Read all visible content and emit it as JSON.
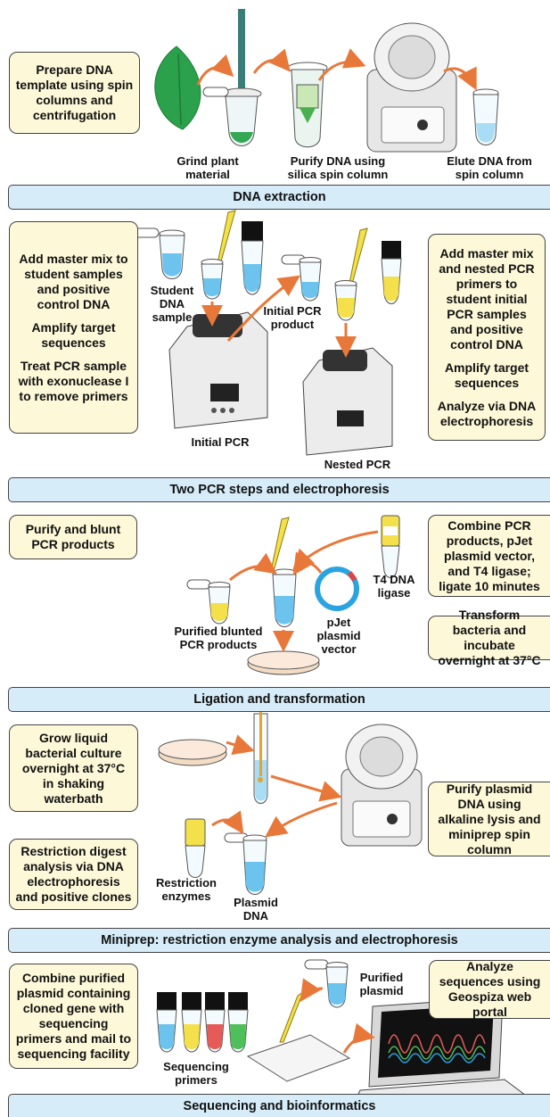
{
  "colors": {
    "note_fill": "#fdf8d8",
    "banner_fill": "#d6ecf8",
    "arrow": "#e8783a",
    "leaf": "#2aa14a",
    "tube_blue": "#6cc3ee",
    "tube_yellow": "#f4e04a",
    "tube_red": "#e65b57",
    "tube_green": "#4fbf5a"
  },
  "sections": {
    "extraction": {
      "banner": "DNA extraction",
      "note": "Prepare DNA template using spin columns and centrifugation",
      "labels": {
        "grind": "Grind plant material",
        "purify": "Purify DNA using silica spin column",
        "elute": "Elute DNA from spin column"
      }
    },
    "pcr": {
      "banner": "Two PCR steps and electrophoresis",
      "left_note": [
        "Add master mix to student samples and positive control DNA",
        "Amplify target sequences",
        "Treat PCR sample with exonuclease I to remove primers"
      ],
      "right_note": [
        "Add master mix and nested PCR primers to student initial PCR samples and positive control DNA",
        "Amplify target sequences",
        "Analyze via DNA electrophoresis"
      ],
      "labels": {
        "student_sample": "Student DNA sample",
        "initial_product": "Initial PCR product",
        "initial_pcr": "Initial PCR",
        "nested_pcr": "Nested PCR"
      }
    },
    "ligation": {
      "banner": "Ligation and transformation",
      "left_note": "Purify and blunt PCR products",
      "right_note_top": "Combine PCR products, pJet plasmid vector, and T4 ligase; ligate 10 minutes",
      "right_note_bottom": "Transform bacteria and incubate overnight at 37°C",
      "labels": {
        "purified": "Purified blunted PCR products",
        "vector": "pJet plasmid vector",
        "ligase": "T4 DNA ligase"
      }
    },
    "miniprep": {
      "banner": "Miniprep: restriction enzyme analysis and electrophoresis",
      "left_note_top": "Grow liquid bacterial culture overnight at 37°C in shaking waterbath",
      "left_note_bottom": "Restriction digest analysis via DNA electrophoresis and positive clones",
      "right_note": "Purify plasmid DNA using alkaline lysis and miniprep spin column",
      "labels": {
        "enzymes": "Restriction enzymes",
        "plasmid": "Plasmid DNA"
      }
    },
    "sequencing": {
      "banner": "Sequencing and bioinformatics",
      "left_note": "Combine purified plasmid containing cloned gene with sequencing primers and mail to sequencing facility",
      "right_note": "Analyze sequences using Geospiza web portal",
      "labels": {
        "primers": "Sequencing primers",
        "purified_plasmid": "Purified plasmid"
      }
    }
  }
}
